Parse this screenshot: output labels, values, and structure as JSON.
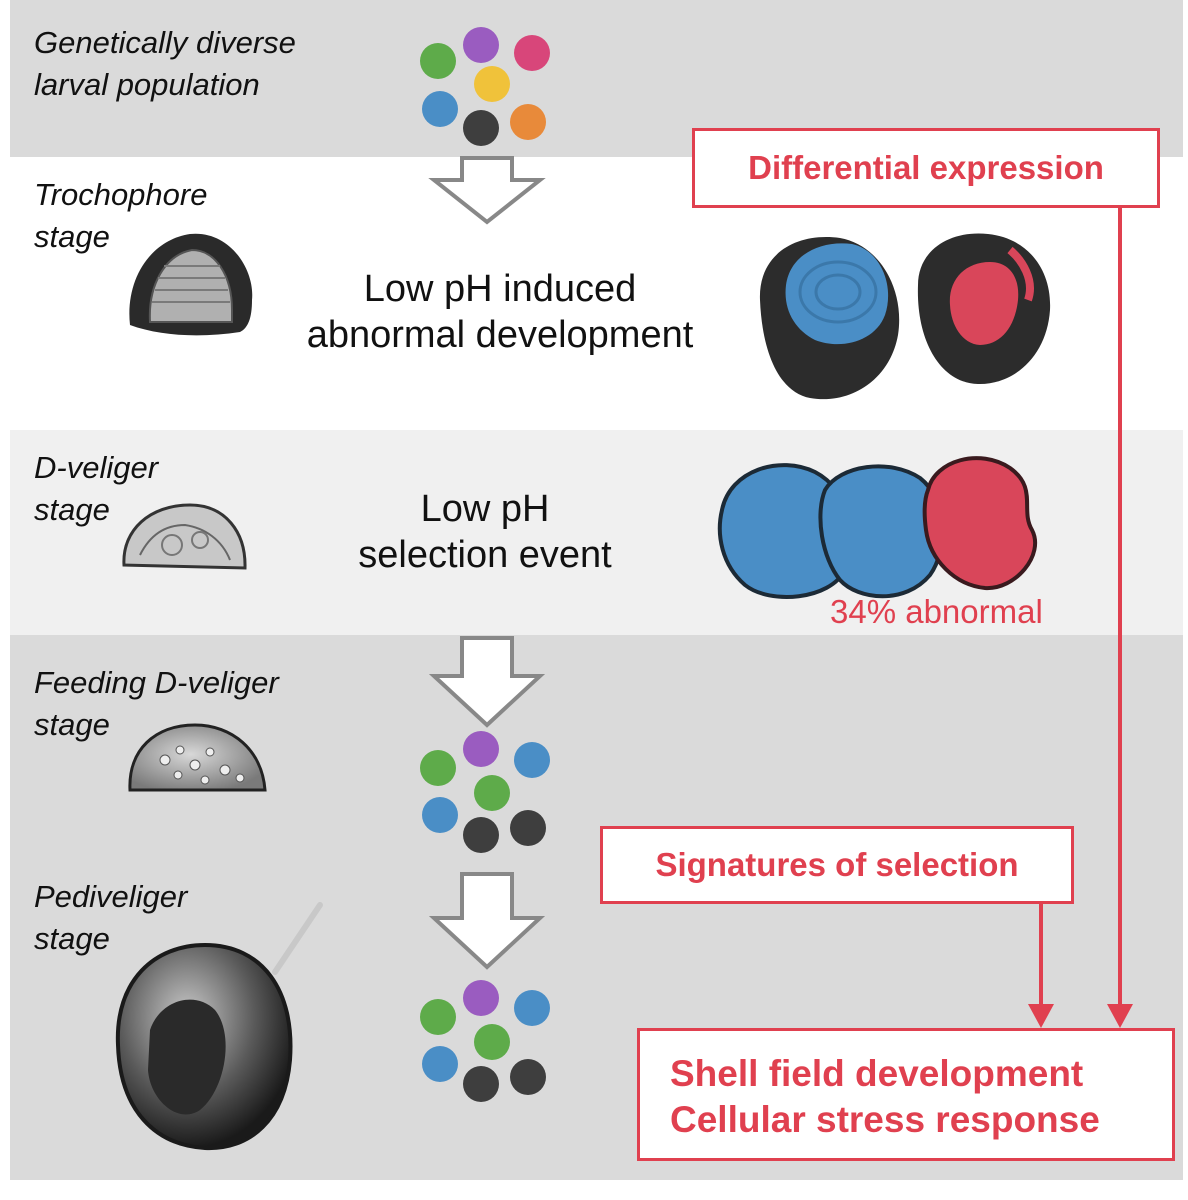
{
  "stages": [
    {
      "id": "population",
      "label_lines": [
        "Genetically diverse",
        "larval population"
      ]
    },
    {
      "id": "trochophore",
      "label_lines": [
        "Trochophore",
        "stage"
      ]
    },
    {
      "id": "d-veliger",
      "label_lines": [
        "D-veliger",
        "stage"
      ]
    },
    {
      "id": "feeding-d-veliger",
      "label_lines": [
        "Feeding D-veliger",
        "stage"
      ]
    },
    {
      "id": "pediveliger",
      "label_lines": [
        "Pediveliger",
        "stage"
      ]
    }
  ],
  "events": {
    "abnormal_development": [
      "Low pH induced",
      "abnormal development"
    ],
    "selection_event": [
      "Low pH",
      "selection event"
    ]
  },
  "abnormal_percent": "34% abnormal",
  "boxes": {
    "differential_expression": "Differential expression",
    "signatures_of_selection": "Signatures of selection",
    "results": [
      "Shell field development",
      "Cellular stress response"
    ]
  },
  "colors": {
    "accent_red": "#e0404f",
    "normal_blue": "#4a8ec6",
    "abnormal_red": "#d9465a",
    "genotype_colors": [
      "#5eab4a",
      "#9a5cc0",
      "#d8467a",
      "#f0c23a",
      "#4a8ec6",
      "#3e3e3e",
      "#e88a3a"
    ]
  }
}
